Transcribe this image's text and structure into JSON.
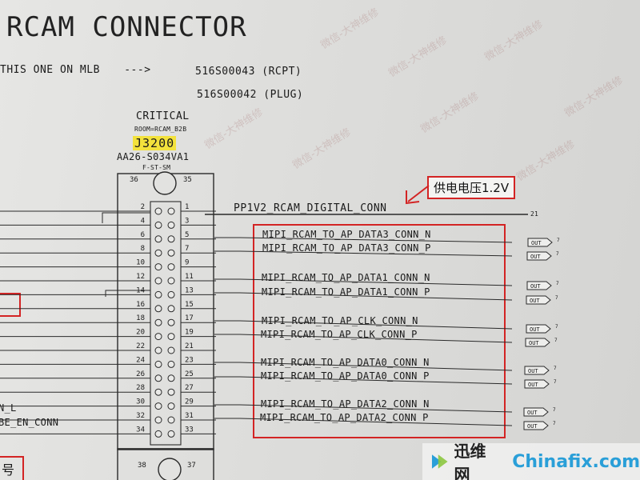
{
  "header": {
    "title": "RCAM CONNECTOR",
    "mlb_note": "THIS ONE ON MLB",
    "arrow": "--->",
    "part_rcpt": "516S00043 (RCPT)",
    "part_plug": "516S00042 (PLUG)"
  },
  "connector": {
    "critical": "CRITICAL",
    "room": "ROOM=RCAM_B2B",
    "refdes": "J3200",
    "part": "AA26-S034VA1",
    "style": "F-ST-SM",
    "pin_top_left": "36",
    "pin_top_right": "35",
    "pin_bottom_left": "38",
    "pin_bottom_right": "37",
    "left_pins": [
      "2",
      "4",
      "6",
      "8",
      "10",
      "12",
      "14",
      "16",
      "18",
      "20",
      "22",
      "24",
      "26",
      "28",
      "30",
      "32",
      "34"
    ],
    "right_pins": [
      "1",
      "3",
      "5",
      "7",
      "9",
      "11",
      "13",
      "15",
      "17",
      "19",
      "21",
      "23",
      "25",
      "27",
      "29",
      "31",
      "33"
    ]
  },
  "nets": {
    "power": "PP1V2_RCAM_DIGITAL_CONN",
    "power_ref": "21",
    "mipi": [
      "MIPI_RCAM_TO_AP_DATA3_CONN_N",
      "MIPI_RCAM_TO_AP_DATA3_CONN_P",
      "MIPI_RCAM_TO_AP_DATA1_CONN_N",
      "MIPI_RCAM_TO_AP_DATA1_CONN_P",
      "MIPI_RCAM_TO_AP_CLK_CONN_N",
      "MIPI_RCAM_TO_AP_CLK_CONN_P",
      "MIPI_RCAM_TO_AP_DATA0_CONN_N",
      "MIPI_RCAM_TO_AP_DATA0_CONN_P",
      "MIPI_RCAM_TO_AP_DATA2_CONN_N",
      "MIPI_RCAM_TO_AP_DATA2_CONN_P"
    ],
    "out_label": "OUT",
    "page_ref": "7",
    "left_net_1": "N_L",
    "left_net_2": "BE_EN_CONN"
  },
  "annotations": {
    "supply_voltage": "供电电压1.2V",
    "bottom_fragment": "号"
  },
  "watermark_text": "微信-大神维修",
  "logo": {
    "cn": "迅维网",
    "en": "Chinafix.com"
  },
  "colors": {
    "highlight": "#f3e23c",
    "annotation_red": "#d32424",
    "logo_blue": "#2a9fd8"
  }
}
